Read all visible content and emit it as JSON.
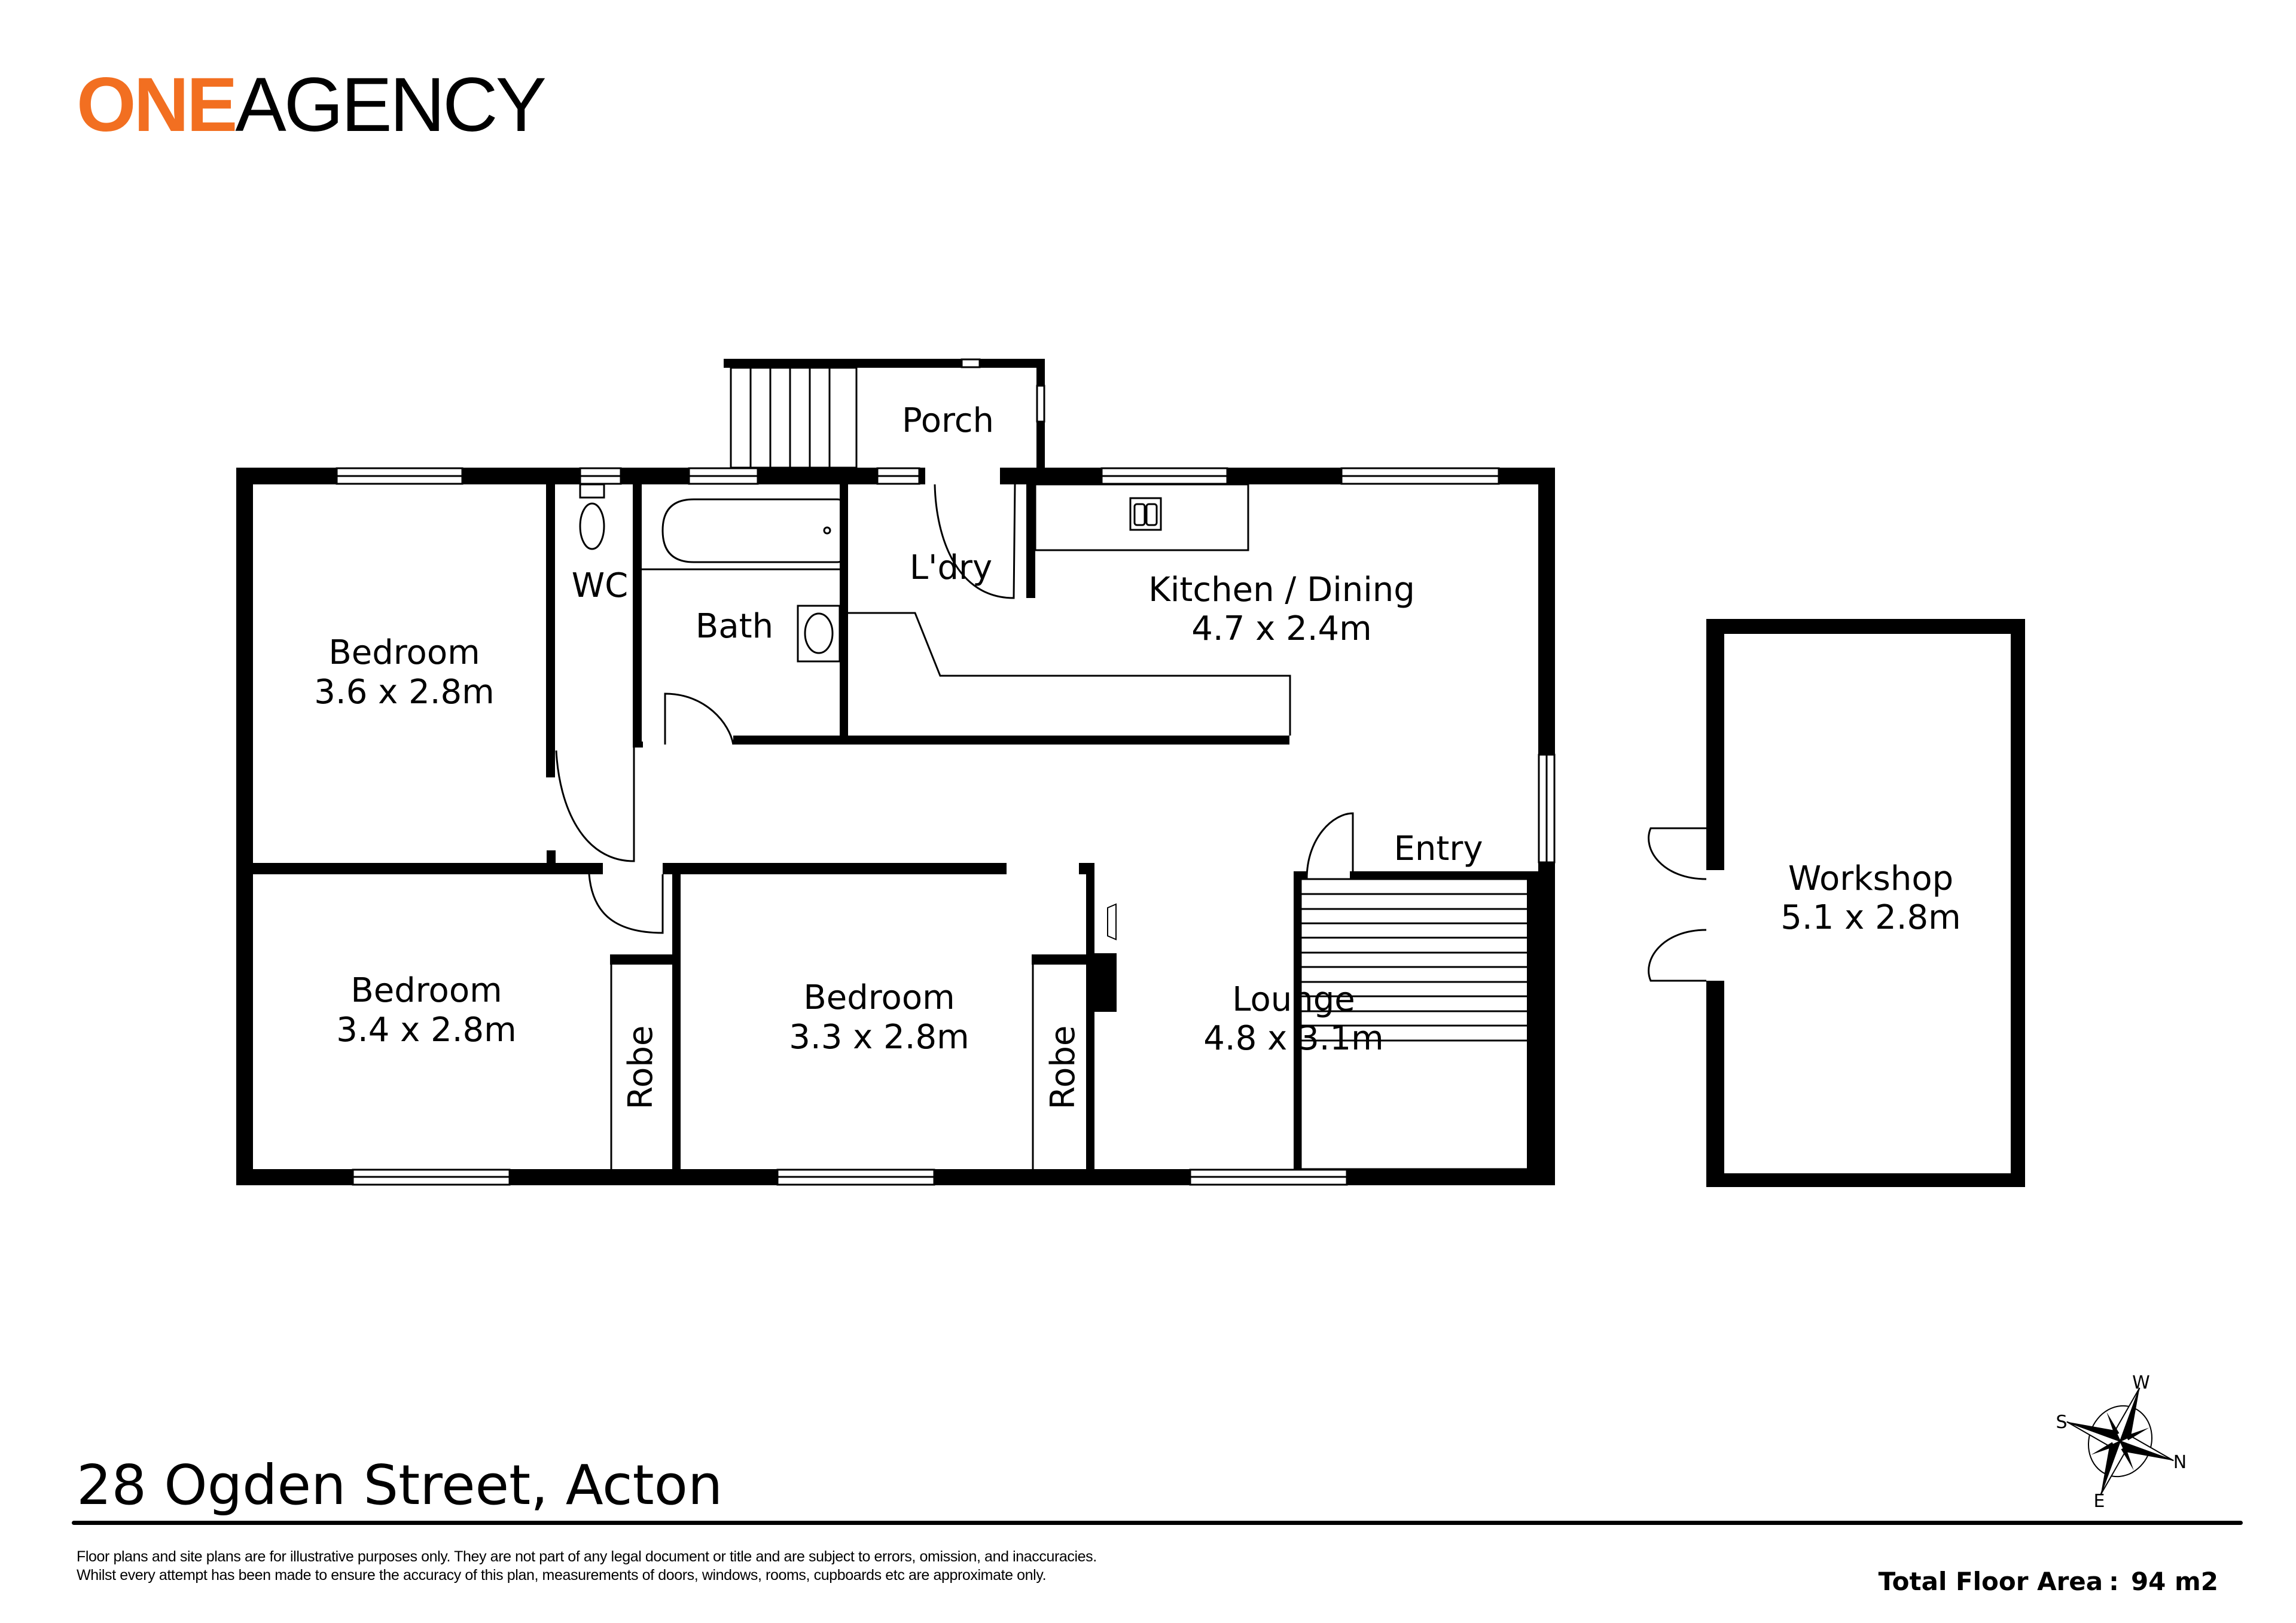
{
  "brand": {
    "logo_part1": "ONE",
    "logo_part2": "AGENCY",
    "accent_color": "#f26f21"
  },
  "rooms": [
    {
      "id": "bedroom-1",
      "name": "Bedroom",
      "size": "3.6 x 2.8m"
    },
    {
      "id": "wc",
      "name": "WC",
      "size": ""
    },
    {
      "id": "bath",
      "name": "Bath",
      "size": ""
    },
    {
      "id": "laundry",
      "name": "L'dry",
      "size": ""
    },
    {
      "id": "porch",
      "name": "Porch",
      "size": ""
    },
    {
      "id": "kitchen-dining",
      "name": "Kitchen / Dining",
      "size": "4.7 x 2.4m"
    },
    {
      "id": "entry",
      "name": "Entry",
      "size": ""
    },
    {
      "id": "bedroom-2",
      "name": "Bedroom",
      "size": "3.4 x 2.8m"
    },
    {
      "id": "robe-1",
      "name": "Robe",
      "size": ""
    },
    {
      "id": "bedroom-3",
      "name": "Bedroom",
      "size": "3.3 x 2.8m"
    },
    {
      "id": "robe-2",
      "name": "Robe",
      "size": ""
    },
    {
      "id": "lounge",
      "name": "Lounge",
      "size": "4.8 x 3.1m"
    },
    {
      "id": "workshop",
      "name": "Workshop",
      "size": "5.1 x 2.8m"
    }
  ],
  "compass": {
    "top": "W",
    "left": "S",
    "right": "N",
    "bottom": "E"
  },
  "footer": {
    "address": "28 Ogden Street, Acton",
    "disclaimer_line1": "Floor plans and site plans are for illustrative purposes only. They are not part of any legal document or title and are subject to errors, omission, and inaccuracies.",
    "disclaimer_line2": "Whilst every attempt has been made to ensure the accuracy of this plan, measurements of doors, windows, rooms, cupboards etc are approximate only.",
    "total_area_label": "Total Floor Area",
    "total_area_separator": ":",
    "total_area_value": "94 m2"
  }
}
